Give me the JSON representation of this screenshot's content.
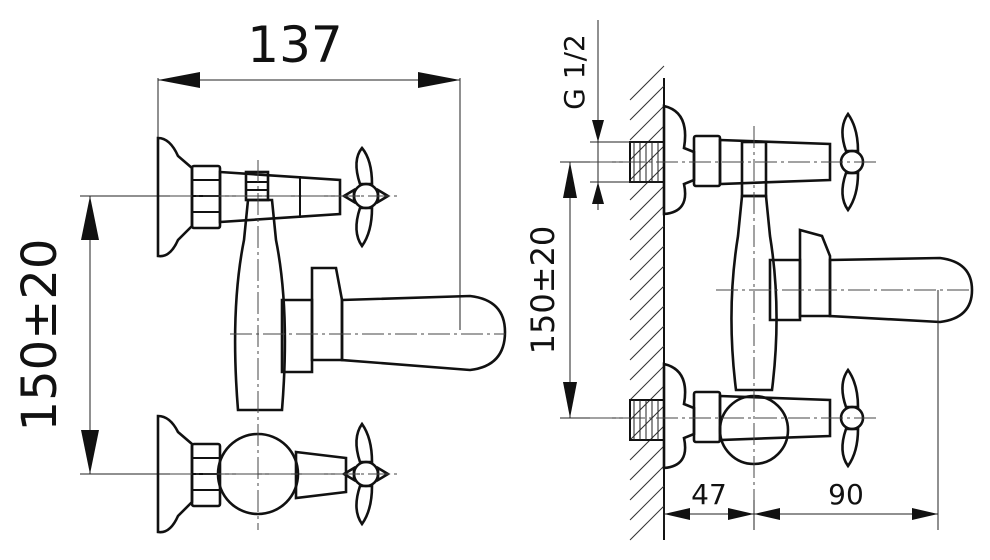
{
  "front_view": {
    "width_dim": "137",
    "height_dim": "150±20"
  },
  "side_view": {
    "thread_dim": "G 1/2",
    "height_dim": "150±20",
    "wall_offset_dim": "47",
    "spout_reach_dim": "90"
  }
}
